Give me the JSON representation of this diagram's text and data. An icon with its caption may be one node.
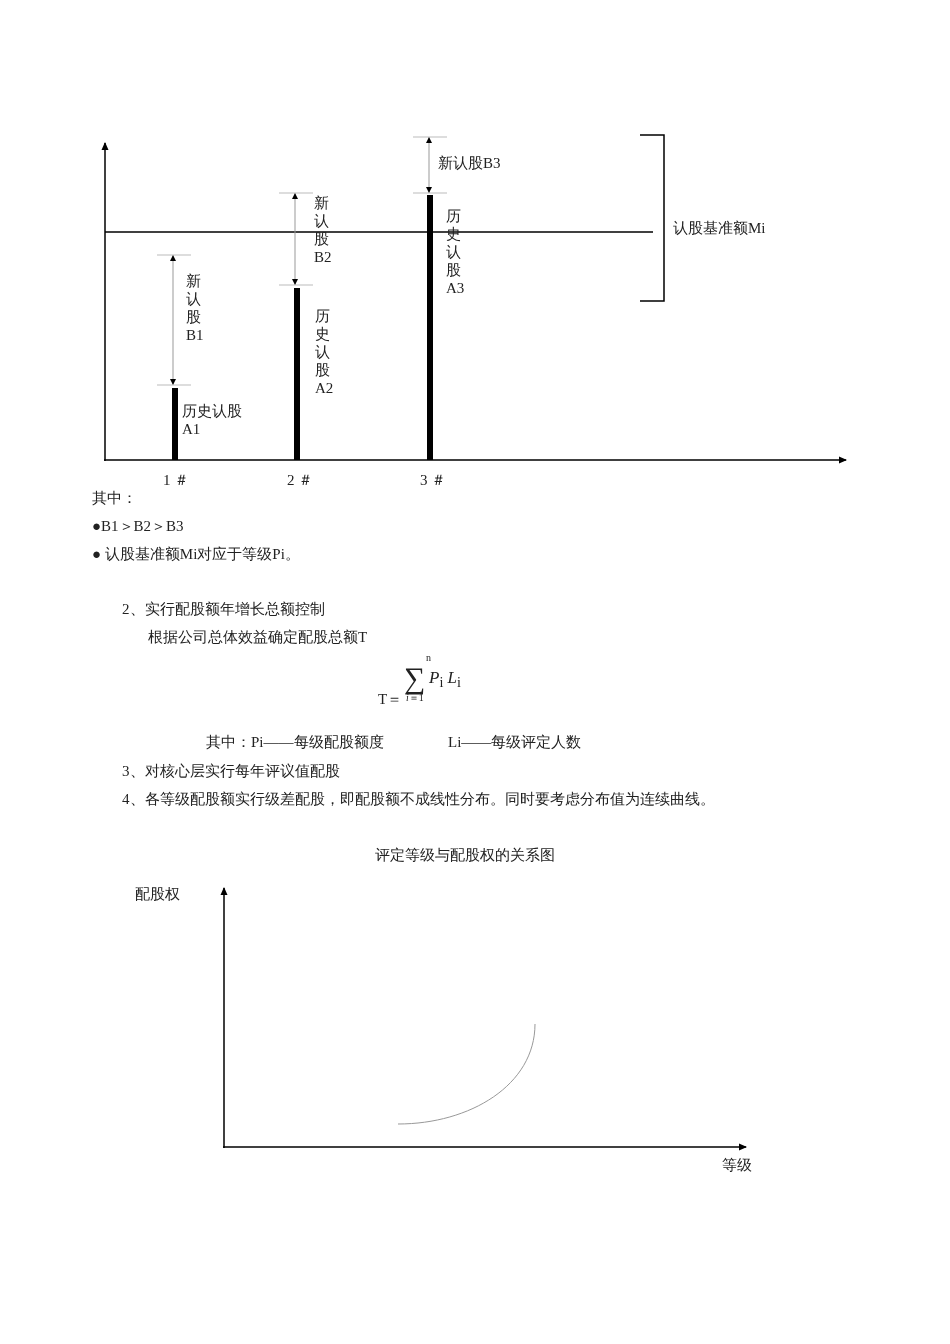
{
  "diagram": {
    "labels": [
      "新认股B3",
      "认股基准额Mi",
      "新认股B2",
      "历史认股A3",
      "新认股B1",
      "历史认股A2",
      "历史认股A1",
      "1 ＃",
      "2 ＃",
      "3 ＃",
      "其中：",
      "●B1＞B2＞B3",
      "● 认股基准额Mi对应于等级Pi。",
      "2、实行配股额年增长总额控制",
      "根据公司总体效益确定配股总额T",
      "n",
      "∑",
      "*P*$_{i}$ *L*$_{i}$",
      "T＝",
      "*i*＝1",
      "其中：Pi——每级配股额度",
      "Li——每级评定人数",
      "3、对核心层实行每年评议值配股",
      "4、各等级配股额实行级差配股，即配股额不成线性分布。同时要考虑分布值为连续曲线。",
      "评定等级与配股权的关系图",
      "配股权",
      "等级"
    ]
  }
}
